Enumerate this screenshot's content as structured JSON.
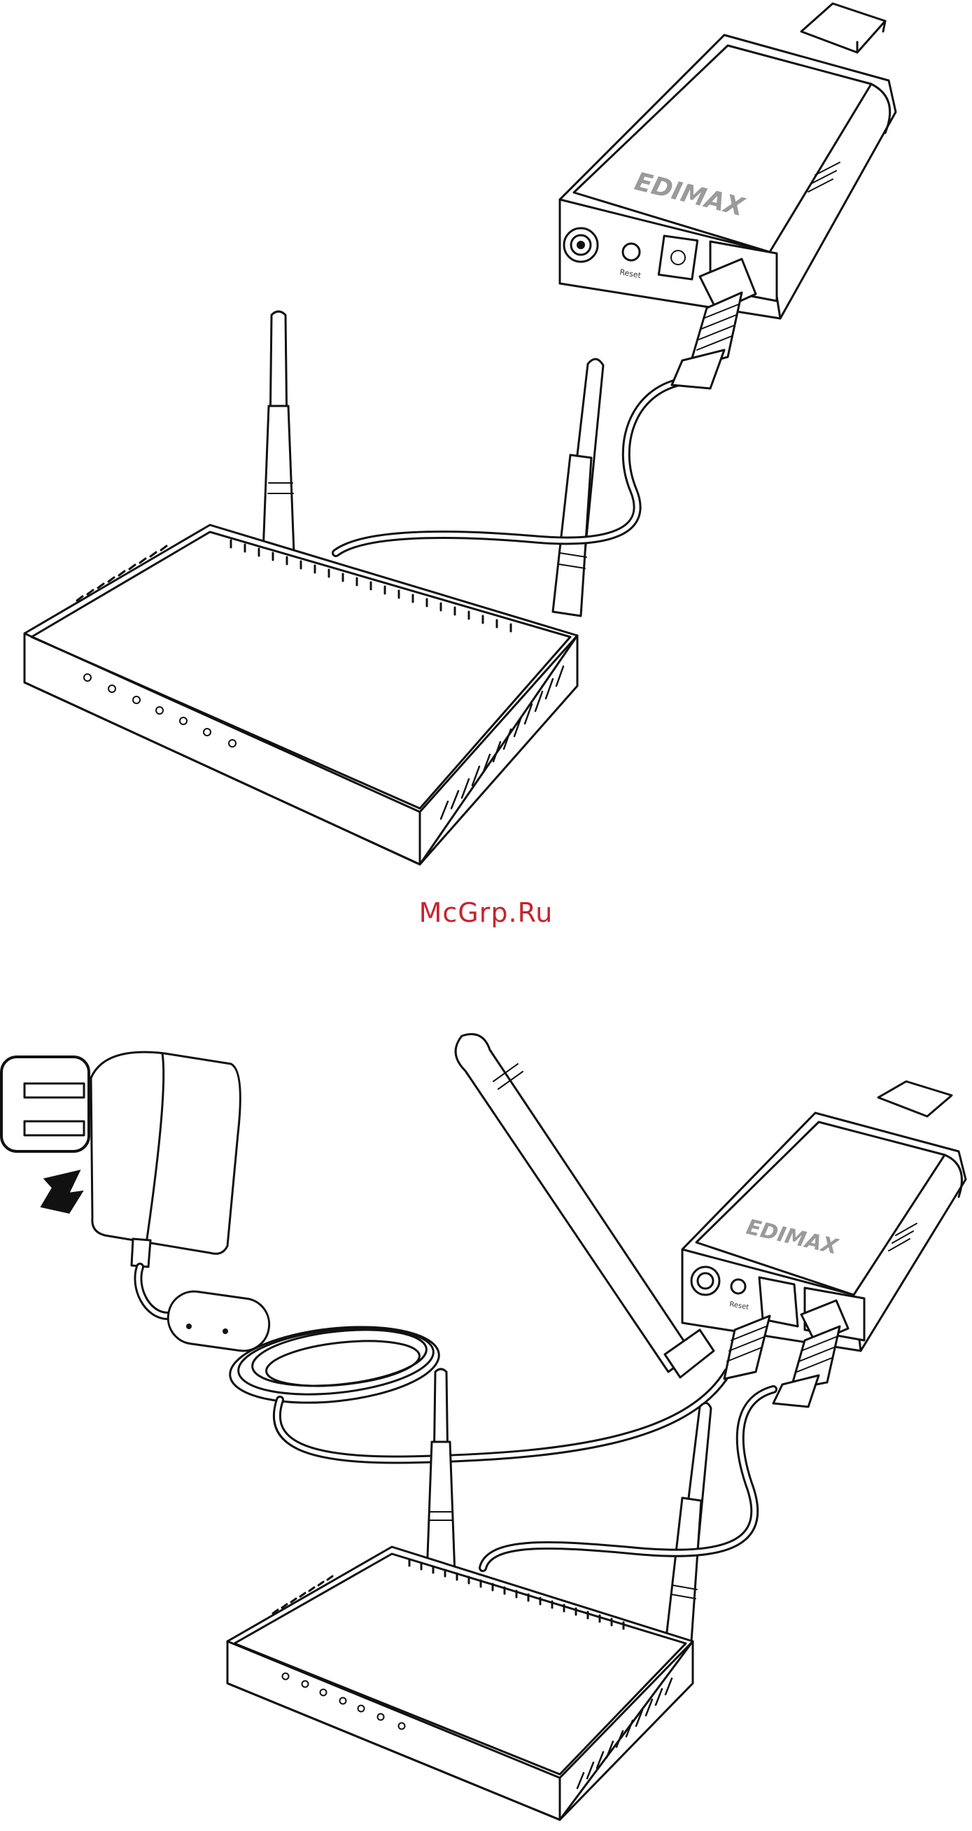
{
  "watermark": "McGrp.Ru",
  "diagram_1": {
    "device_brand": "EDIMAX",
    "reset_label": "Reset"
  },
  "diagram_2": {
    "device_brand": "EDIMAX",
    "reset_label": "Reset"
  }
}
